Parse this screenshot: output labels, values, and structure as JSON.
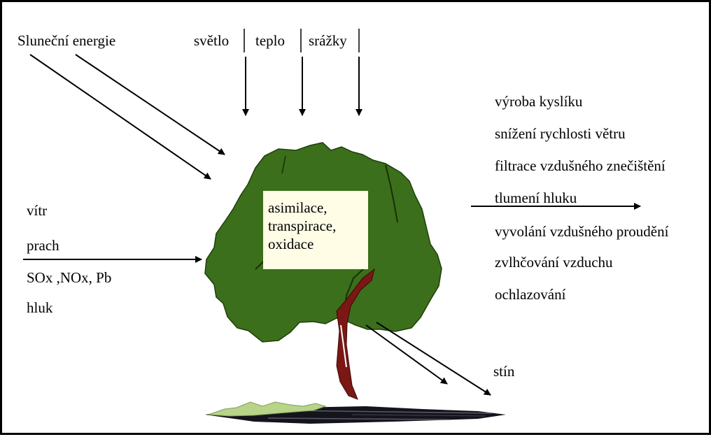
{
  "colors": {
    "canopy": "#3b6f1b",
    "canopy_outline": "#1f3f0c",
    "trunk": "#7b1714",
    "box_fill": "#fffde6",
    "ground": "#14141c",
    "grass": "#b8d489"
  },
  "top_labels": {
    "solar": "Sluneční energie",
    "light": "světlo",
    "heat": "teplo",
    "precip": "srážky"
  },
  "left_labels": [
    "vítr",
    "prach",
    "SOx ,NOx, Pb",
    "hluk"
  ],
  "center_labels": [
    "asimilace,",
    "transpirace,",
    "oxidace"
  ],
  "right_labels": [
    "výroba kyslíku",
    "snížení rychlosti větru",
    "filtrace vzdušného znečištění",
    "tlumení hluku",
    "vyvolání vzdušného proudění",
    "zvlhčování vzduchu",
    "ochlazování"
  ],
  "shade_label": "stín"
}
